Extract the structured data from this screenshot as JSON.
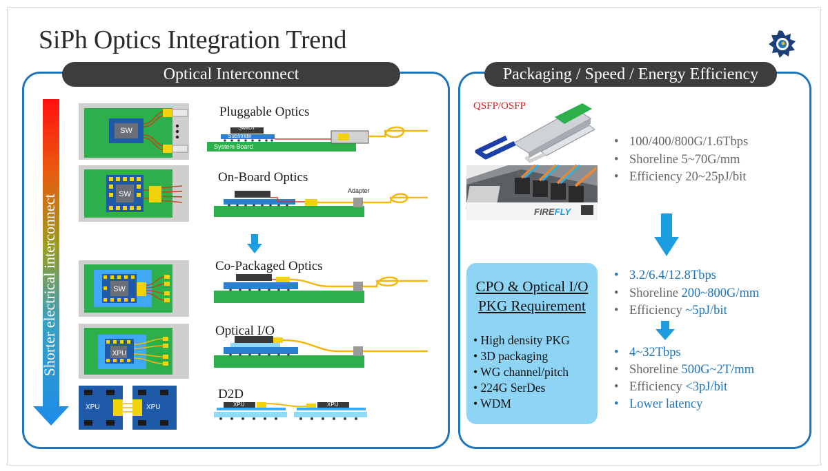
{
  "title": "SiPh Optics Integration Trend",
  "left_panel": {
    "header": "Optical Interconnect",
    "arrow_label": "Shorter electrical interconnect",
    "rows": [
      {
        "label": "Pluggable Optics",
        "chip": "SW",
        "diagram_labels": [
          "Switch",
          "Substrate",
          "System Board"
        ]
      },
      {
        "label": "On-Board Optics",
        "chip": "SW",
        "diagram_labels": [
          "Adapter"
        ]
      },
      {
        "label": "Co-Packaged Optics",
        "chip": "SW"
      },
      {
        "label": "Optical I/O",
        "chip": "XPU"
      },
      {
        "label": "D2D",
        "chip": "XPU",
        "diagram_labels": [
          "XPU",
          "XPU"
        ]
      }
    ]
  },
  "right_panel": {
    "header": "Packaging / Speed / Energy Efficiency",
    "photo_labels": {
      "qsfp": "QSFP/OSFP",
      "firefly_a": "FIRE",
      "firefly_b": "FLY"
    },
    "group1": [
      "100/400/800G/1.6Tbps",
      "Shoreline 5~70G/mm",
      "Efficiency 20~25pJ/bit"
    ],
    "group2": {
      "speed": "3.2/6.4/12.8Tbps",
      "shoreline_label": "Shoreline",
      "shoreline_value": "200~800G/mm",
      "efficiency_label": "Efficiency",
      "efficiency_value": "~5pJ/bit"
    },
    "group3": {
      "speed": "4~32Tbps",
      "shoreline_label": "Shoreline",
      "shoreline_value": "500G~2T/mm",
      "efficiency_label": "Efficiency",
      "efficiency_value": "<3pJ/bit",
      "latency": "Lower latency"
    },
    "requirement": {
      "title_line1": "CPO & Optical I/O",
      "title_line2": "PKG Requirement",
      "items": [
        "• High density PKG",
        "• 3D packaging",
        "• WG channel/pitch",
        "• 224G SerDes",
        "• WDM"
      ]
    }
  },
  "colors": {
    "accent_blue": "#1c74bb",
    "pill_gray": "#3d3d3d",
    "pcb_green": "#2db04b",
    "fiber_yellow": "#f5b70a",
    "req_box": "#8dd4f5"
  }
}
